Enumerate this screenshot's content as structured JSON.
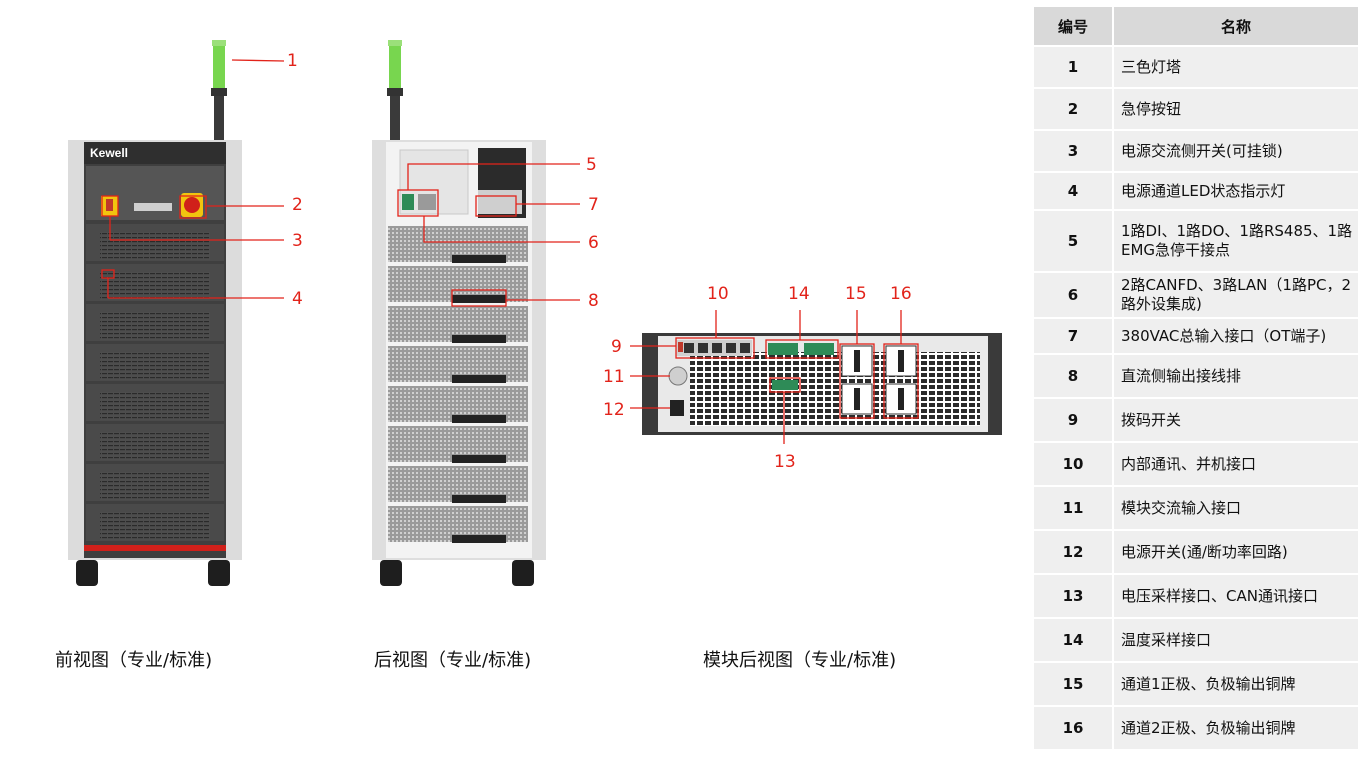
{
  "front_view": {
    "brand": "Kewell",
    "caption": "前视图（专业/标准)"
  },
  "rear_view": {
    "caption": "后视图（专业/标准)"
  },
  "module_view": {
    "caption": "模块后视图（专业/标准)"
  },
  "callouts": [
    "1",
    "2",
    "3",
    "4",
    "5",
    "6",
    "7",
    "8",
    "9",
    "10",
    "11",
    "12",
    "13",
    "14",
    "15",
    "16"
  ],
  "table": {
    "header_number": "编号",
    "header_name": "名称",
    "rows": [
      {
        "num": "1",
        "name": "三色灯塔"
      },
      {
        "num": "2",
        "name": "急停按钮"
      },
      {
        "num": "3",
        "name": "电源交流侧开关(可挂锁)"
      },
      {
        "num": "4",
        "name": "电源通道LED状态指示灯"
      },
      {
        "num": "5",
        "name": "1路DI、1路DO、1路RS485、1路EMG急停干接点"
      },
      {
        "num": "6",
        "name": "2路CANFD、3路LAN（1路PC，2路外设集成)"
      },
      {
        "num": "7",
        "name": "380VAC总输入接口（OT端子)"
      },
      {
        "num": "8",
        "name": "直流侧输出接线排"
      },
      {
        "num": "9",
        "name": "拨码开关"
      },
      {
        "num": "10",
        "name": "内部通讯、并机接口"
      },
      {
        "num": "11",
        "name": "模块交流输入接口"
      },
      {
        "num": "12",
        "name": "电源开关(通/断功率回路)"
      },
      {
        "num": "13",
        "name": "电压采样接口、CAN通讯接口"
      },
      {
        "num": "14",
        "name": "温度采样接口"
      },
      {
        "num": "15",
        "name": "通道1正极、负极输出铜牌"
      },
      {
        "num": "16",
        "name": "通道2正极、负极输出铜牌"
      }
    ]
  },
  "colors": {
    "callout_red": "#e2231a",
    "cabinet_frame": "#d8d8d8",
    "panel_dark": "#4a4a4a",
    "light_green": "#7ed957"
  }
}
